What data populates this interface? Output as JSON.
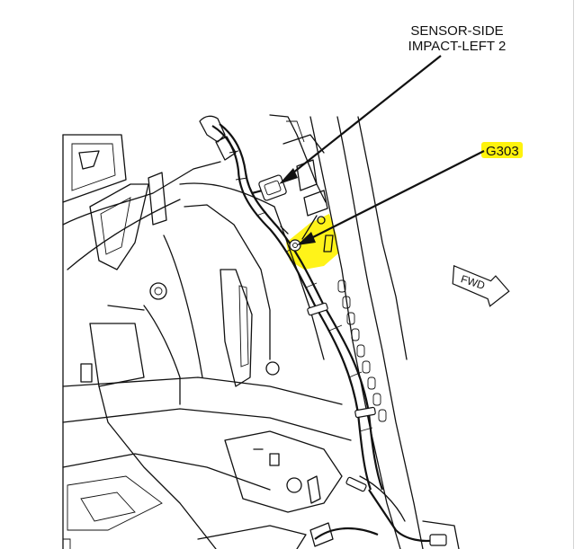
{
  "callouts": {
    "sensor_line1": "SENSOR-SIDE",
    "sensor_line2": "IMPACT-LEFT 2",
    "ground_label": "G303",
    "fwd_label": "FWD"
  },
  "colors": {
    "highlight": "#fff200",
    "ink": "#111111",
    "background": "#ffffff"
  }
}
